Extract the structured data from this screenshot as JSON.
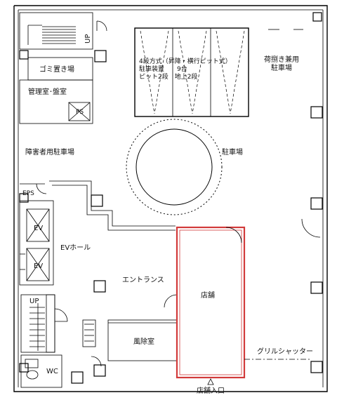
{
  "labels": {
    "up_top": "UP",
    "garbage": "ゴミ置き場",
    "management": "管理室･盤室",
    "ps": "PS",
    "accessible_parking": "障害者用駐車場",
    "eps": "EPS",
    "ev1": "EV",
    "ev2": "EV",
    "ev_hall": "EVホール",
    "up_stair": "UP",
    "wc": "WC",
    "parking_device_line1": "4段方式（昇降・横行ピット式）",
    "parking_device_line2": "駐車装置　　9台",
    "parking_device_line3": "ピット2段　地上2段",
    "loading_parking_line1": "荷捌き兼用",
    "loading_parking_line2": "駐車場",
    "parking": "駐車場",
    "entrance": "エントランス",
    "store": "店舗",
    "windbreak": "風除室",
    "grille_shutter": "グリルシャッター",
    "store_entrance": "店舗入口"
  },
  "colors": {
    "store_outline": "#d23a3a",
    "line": "#000000"
  }
}
